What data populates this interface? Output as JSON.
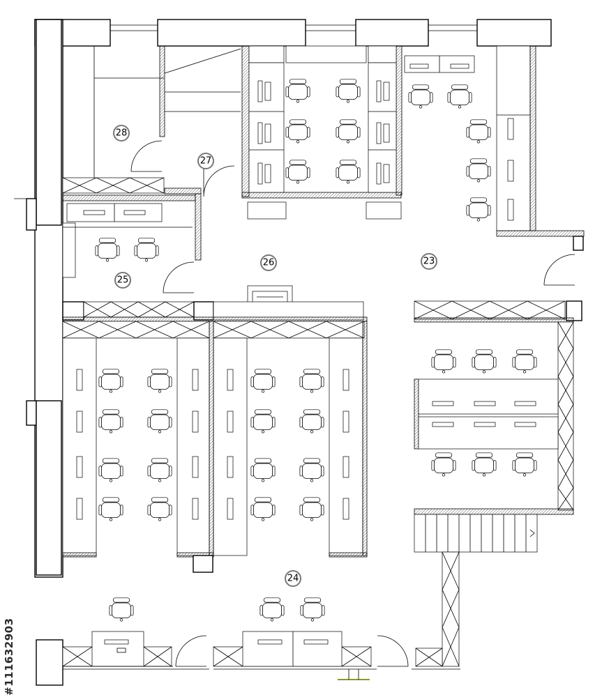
{
  "rooms": [
    {
      "id": "r28",
      "label": "28"
    },
    {
      "id": "r27",
      "label": "27"
    },
    {
      "id": "r26",
      "label": "26"
    },
    {
      "id": "r25",
      "label": "25"
    },
    {
      "id": "r23",
      "label": "23"
    },
    {
      "id": "r24",
      "label": "24"
    }
  ],
  "watermark": "#111632903",
  "colors": {
    "line": "#000000",
    "background": "#ffffff",
    "room_circle": "#777777"
  }
}
